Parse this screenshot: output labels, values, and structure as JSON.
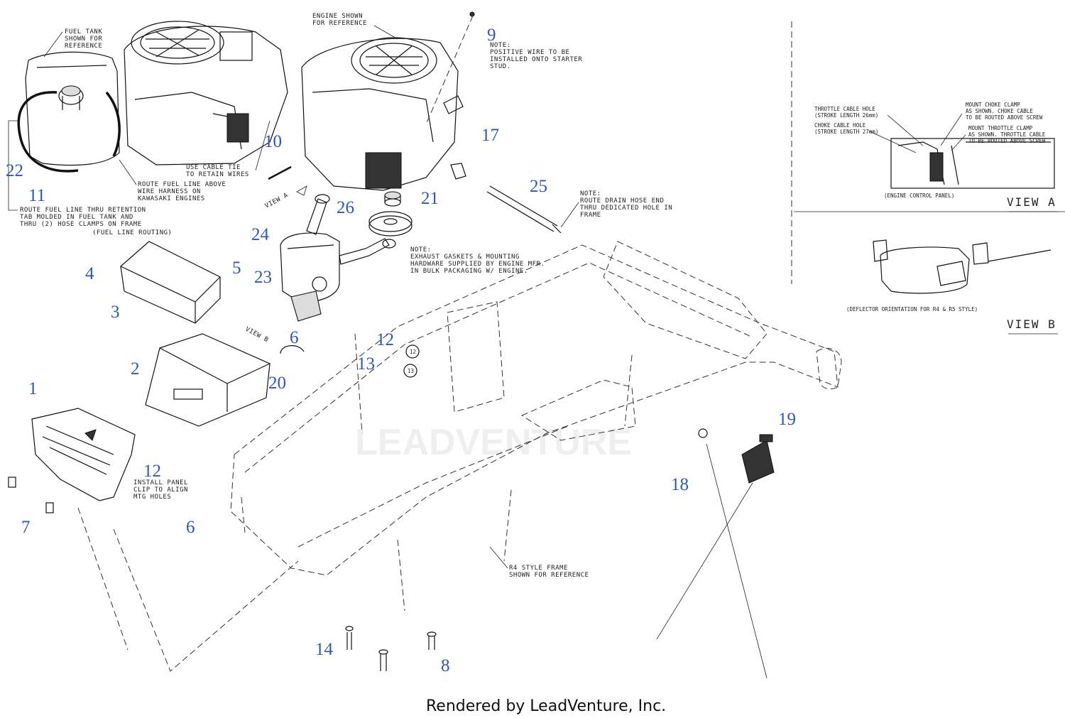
{
  "notes": {
    "fuel_tank": [
      "FUEL TANK",
      "SHOWN FOR",
      "REFERENCE"
    ],
    "engine_ref": [
      "ENGINE SHOWN",
      "FOR REFERENCE"
    ],
    "positive_wire": [
      "NOTE:",
      "POSITIVE WIRE TO BE",
      "INSTALLED ONTO STARTER",
      "STUD."
    ],
    "cable_tie": [
      "USE CABLE TIE",
      "TO RETAIN WIRES"
    ],
    "route_fuel_above": [
      "ROUTE FUEL LINE ABOVE",
      "WIRE HARNESS ON",
      "KAWASAKI ENGINES"
    ],
    "route_fuel_thru": [
      "ROUTE FUEL LINE THRU RETENTION",
      "TAB MOLDED IN FUEL TANK AND",
      "THRU (2) HOSE CLAMPS ON FRAME"
    ],
    "fuel_line_routing": "(FUEL LINE ROUTING)",
    "drain_hose": [
      "NOTE:",
      "ROUTE DRAIN HOSE END",
      "THRU DEDICATED HOLE IN",
      "FRAME"
    ],
    "exhaust": [
      "NOTE:",
      "EXHAUST GASKETS & MOUNTING",
      "HARDWARE SUPPLIED BY ENGINE MFR.",
      "IN BULK PACKAGING W/ ENGINE."
    ],
    "panel_clip": [
      "INSTALL PANEL",
      "CLIP TO ALIGN",
      "MTG HOLES"
    ],
    "r4_frame": [
      "R4 STYLE FRAME",
      "SHOWN FOR REFERENCE"
    ],
    "view_a_arrow": "VIEW A",
    "view_b_arrow": "VIEW B",
    "throttle_hole": [
      "THROTTLE CABLE HOLE",
      "(STROKE LENGTH 26mm)"
    ],
    "choke_hole": [
      "CHOKE CABLE HOLE",
      "(STROKE LENGTH 27mm)"
    ],
    "choke_clamp": [
      "MOUNT CHOKE CLAMP",
      "AS SHOWN. CHOKE CABLE",
      "TO BE ROUTED ABOVE SCREW"
    ],
    "throttle_clamp": [
      "MOUNT THROTTLE CLAMP",
      "AS SHOWN. THROTTLE CABLE",
      "TO BE ROUTED ABOVE SCREW"
    ],
    "engine_control_panel": "(ENGINE CONTROL PANEL)",
    "deflector": "(DEFLECTOR ORIENTATION FOR R4 & R5 STYLE)"
  },
  "views": {
    "a": "VIEW A",
    "b": "VIEW B"
  },
  "callouts": [
    {
      "label": "1"
    },
    {
      "label": "2"
    },
    {
      "label": "3"
    },
    {
      "label": "4"
    },
    {
      "label": "5"
    },
    {
      "label": "6"
    },
    {
      "label": "6"
    },
    {
      "label": "7"
    },
    {
      "label": "8"
    },
    {
      "label": "9"
    },
    {
      "label": "10"
    },
    {
      "label": "11"
    },
    {
      "label": "12"
    },
    {
      "label": "12"
    },
    {
      "label": "13"
    },
    {
      "label": "14"
    },
    {
      "label": "17"
    },
    {
      "label": "18"
    },
    {
      "label": "19"
    },
    {
      "label": "20"
    },
    {
      "label": "21"
    },
    {
      "label": "22"
    },
    {
      "label": "23"
    },
    {
      "label": "24"
    },
    {
      "label": "25"
    },
    {
      "label": "26"
    }
  ],
  "circle_refs": [
    "12",
    "13"
  ],
  "footer": "Rendered by LeadVenture, Inc.",
  "watermark": "LEADVENTURE",
  "colors": {
    "callout": "#2f56b8",
    "line": "#111111",
    "background": "#ffffff"
  }
}
